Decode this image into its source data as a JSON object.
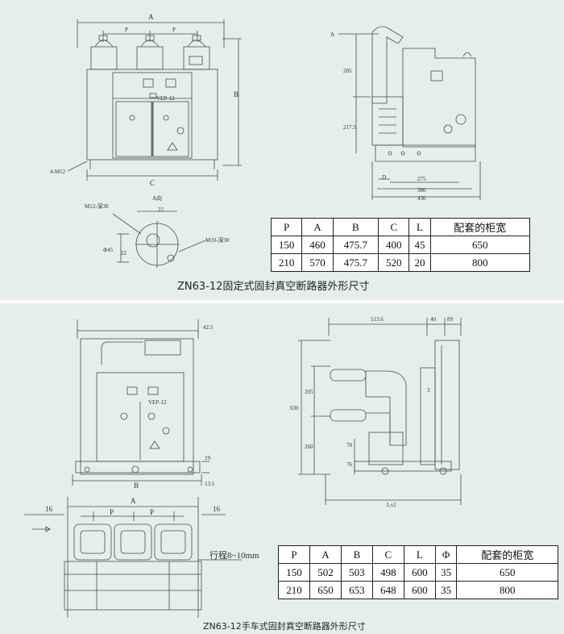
{
  "fixed": {
    "caption": "ZN63-12固定式固封真空断路器外形尺寸",
    "labels": {
      "A": "A",
      "P1": "P",
      "P2": "P",
      "B": "B",
      "C": "C",
      "m12": "4-M12",
      "vep": "VEP-12",
      "a_view": "A向",
      "m12_hole": "M12-深30",
      "m10_hole": "M10-深30",
      "d22a": "22",
      "d22b": "22",
      "phi45": "Φ45",
      "side_A": "A",
      "d205": "205",
      "d217": "217.5",
      "dD": "D",
      "d275": "275",
      "d386": "386",
      "d430": "430"
    },
    "table": {
      "headers": [
        "P",
        "A",
        "B",
        "C",
        "L",
        "配套的柜宽"
      ],
      "rows": [
        [
          "150",
          "460",
          "475.7",
          "400",
          "45",
          "650"
        ],
        [
          "210",
          "570",
          "475.7",
          "520",
          "20",
          "800"
        ]
      ]
    }
  },
  "trolley": {
    "caption": "ZN63-12手车式固封真空断路器外形尺寸",
    "labels": {
      "d42": "42.5",
      "vep": "VEP-12",
      "d19": "19",
      "d13": "13.5",
      "B": "B",
      "d16a": "16",
      "d16b": "16",
      "A": "A",
      "P1": "P",
      "P2": "P",
      "stroke": "行程8~10mm",
      "d513": "513.6",
      "d40": "40",
      "d89": "89",
      "d630": "630",
      "d205": "205",
      "d260": "260",
      "d78": "78",
      "d76": "76",
      "d3": "3",
      "L2": "L±2"
    },
    "table": {
      "headers": [
        "P",
        "A",
        "B",
        "C",
        "L",
        "Φ",
        "配套的柜宽"
      ],
      "rows": [
        [
          "150",
          "502",
          "503",
          "498",
          "600",
          "35",
          "650"
        ],
        [
          "210",
          "650",
          "653",
          "648",
          "600",
          "35",
          "800"
        ]
      ]
    }
  },
  "colors": {
    "background": "#e4efec",
    "line": "#4a4a4a",
    "table_bg": "#ffffff"
  }
}
